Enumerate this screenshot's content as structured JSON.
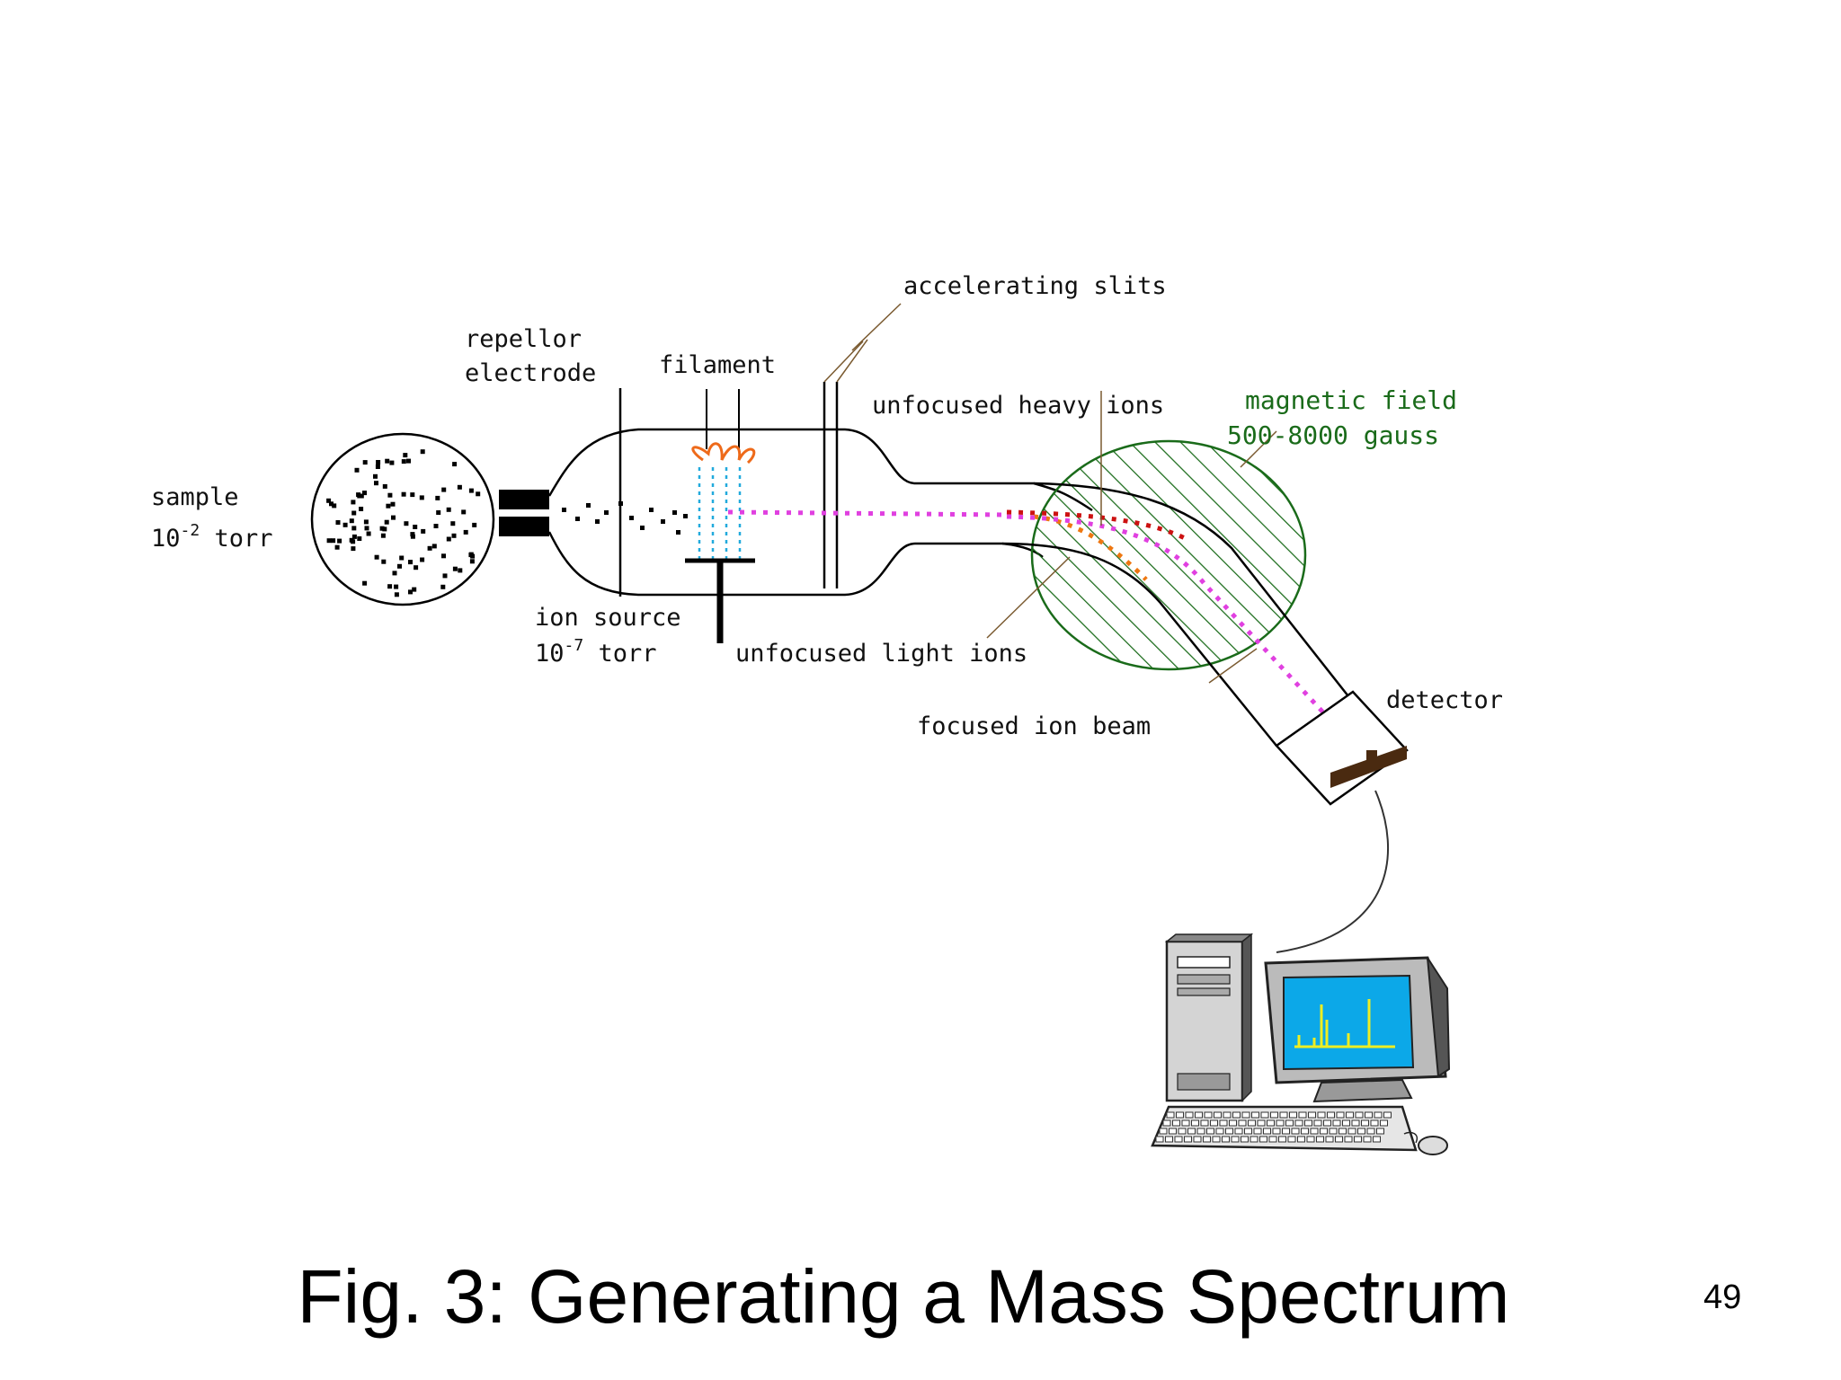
{
  "slide": {
    "caption": "Fig. 3: Generating a Mass Spectrum",
    "page_number": "49"
  },
  "labels": {
    "sample": "sample",
    "sample_pressure": "10",
    "sample_pressure_exp": "-2",
    "sample_pressure_unit": " torr",
    "repellor_line1": "repellor",
    "repellor_line2": "electrode",
    "filament": "filament",
    "accelerating_slits": "accelerating slits",
    "unfocused_heavy_ions": "unfocused heavy ions",
    "magnetic_field_line1": "magnetic field",
    "magnetic_field_line2": "500-8000 gauss",
    "ion_source": "ion source",
    "ion_source_pressure": "10",
    "ion_source_pressure_exp": "-7",
    "ion_source_pressure_unit": " torr",
    "unfocused_light_ions": "unfocused light ions",
    "focused_ion_beam": "focused ion beam",
    "detector": "detector"
  },
  "colors": {
    "magnetic_field": "#1a6b1a",
    "heavy_ions": "#cc1111",
    "light_ions": "#ee7711",
    "focused_beam": "#e040e0",
    "filament": "#ee6a1a",
    "electron_stream": "#22aadd",
    "screen": "#0ca8e8",
    "spectrum": "#eeee22"
  },
  "icons": {
    "computer": "desktop-computer-icon"
  }
}
